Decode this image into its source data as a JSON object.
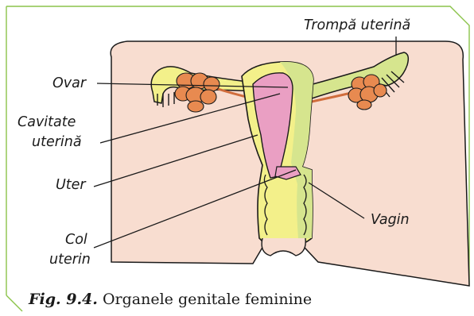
{
  "labels": {
    "ovar": "Ovar",
    "cavitate_line1": "Cavitate",
    "cavitate_line2": "uterină",
    "uter": "Uter",
    "col_line1": "Col",
    "col_line2": "uterin",
    "vagin": "Vagin",
    "trompa": "Trompă uterină"
  },
  "caption": {
    "figure_number": "Fig. 9.4.",
    "text": "Organele genitale feminine"
  },
  "colors": {
    "frame": "#8bc34a",
    "skin": "#f8ddd0",
    "uterus_wall": "#f3f08a",
    "uterus_right_wall": "#d6e58e",
    "cavity": "#ea9fc3",
    "ovary": "#e88a50",
    "vessel": "#d06d3c",
    "line": "#1a1a1a"
  },
  "icons": [
    "anatomy-diagram"
  ]
}
